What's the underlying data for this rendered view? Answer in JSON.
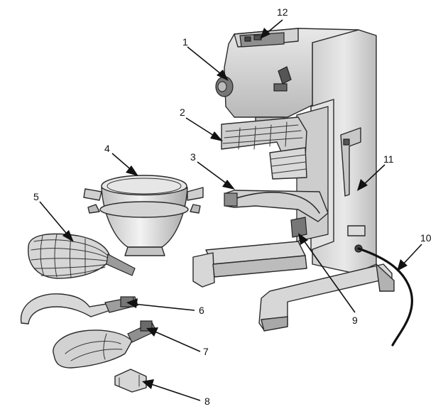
{
  "diagram": {
    "labels": [
      "1",
      "2",
      "3",
      "4",
      "5",
      "6",
      "7",
      "8",
      "9",
      "10",
      "11",
      "12"
    ]
  },
  "parts": {
    "mixer_body": "mixer-body",
    "head": "mixer-head",
    "bowl_guard": "bowl-guard",
    "bowl_support": "bowl-support-arm",
    "bowl": "mixing-bowl",
    "whisk": "wire-whip",
    "hook": "dough-hook",
    "beater": "flat-beater",
    "accessory_clip": "accessory-clip",
    "power_cord": "power-cord",
    "lift_lever": "bowl-lift-handle",
    "control_panel": "control-panel"
  }
}
